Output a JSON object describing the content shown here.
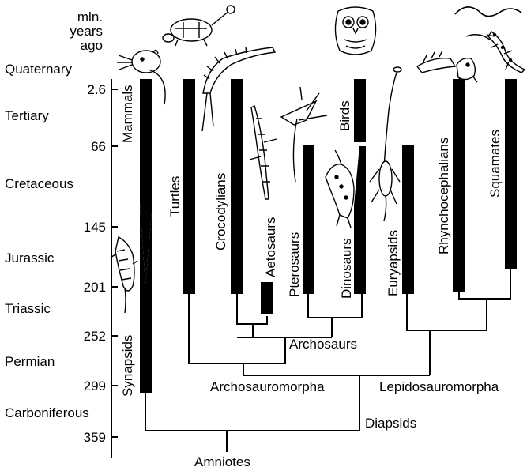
{
  "axis": {
    "unit_label_lines": [
      "mln.",
      "years",
      "ago"
    ],
    "ticks": [
      "2.6",
      "66",
      "145",
      "201",
      "252",
      "299",
      "359"
    ]
  },
  "periods": [
    "Quaternary",
    "Tertiary",
    "Cretaceous",
    "Jurassic",
    "Triassic",
    "Permian",
    "Carboniferous"
  ],
  "lineages": [
    "Mammals",
    "Synapsids",
    "Turtles",
    "Crocodylians",
    "Aetosaurs",
    "Pterosaurs",
    "Dinosaurs",
    "Birds",
    "Euryapsids",
    "Rhynchocephalians",
    "Squamates"
  ],
  "clades": [
    "Archosaurs",
    "Archosauromorpha",
    "Lepidosauromorpha",
    "Diapsids",
    "Amniotes"
  ],
  "illustrations": [
    "shrew-icon",
    "turtle-icon",
    "crocodile-icon",
    "aetosaur-icon",
    "pterosaur-icon",
    "dinosaur-icon",
    "owl-icon",
    "plesiosaur-icon",
    "tuatara-icon",
    "snake-icon",
    "lizard-icon",
    "early-synapsid-icon"
  ]
}
